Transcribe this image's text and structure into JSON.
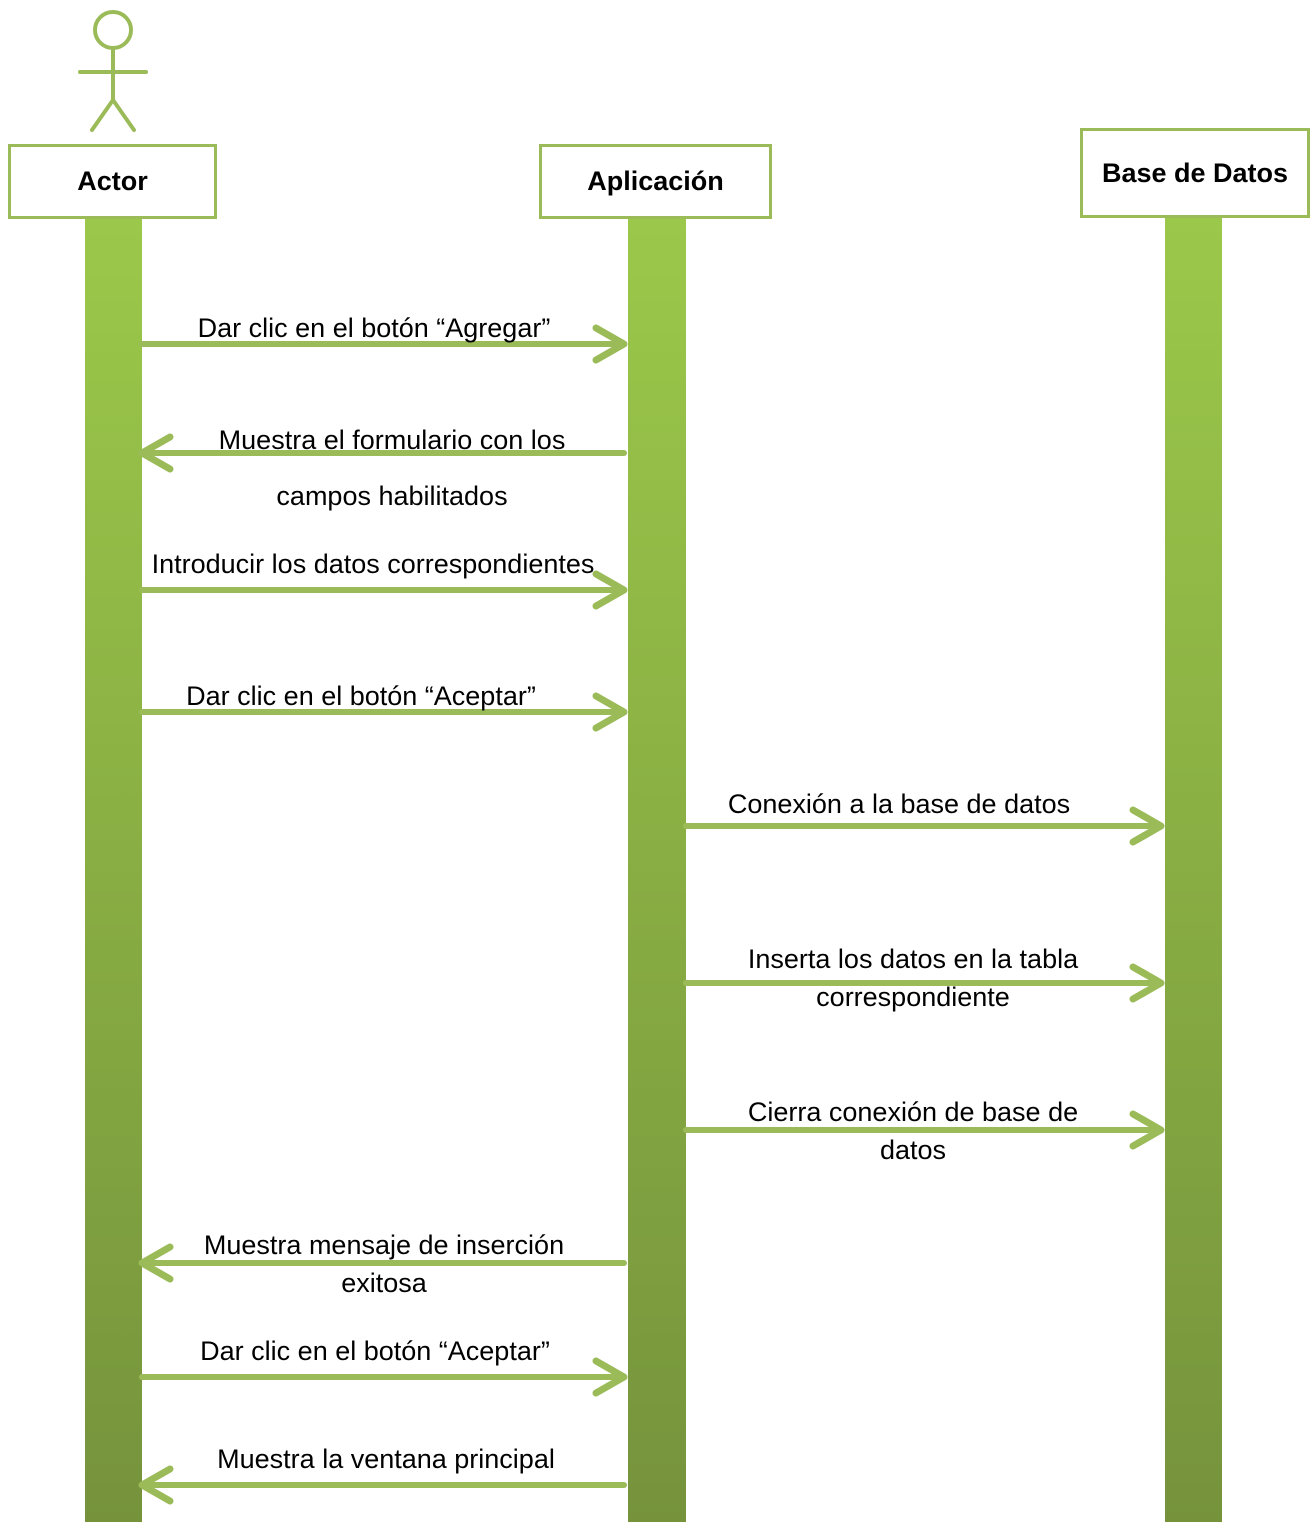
{
  "colors": {
    "accent": "#9bbb59",
    "lifeline_top": "#9bc84a",
    "lifeline_bottom": "#76933c"
  },
  "actor_icon": "stick-figure-icon",
  "lifelines": [
    {
      "id": "actor",
      "label": "Actor"
    },
    {
      "id": "app",
      "label": "Aplicación"
    },
    {
      "id": "db",
      "label": "Base de Datos"
    }
  ],
  "messages": [
    {
      "from": "actor",
      "to": "app",
      "lines": [
        "Dar clic en el botón “Agregar”"
      ]
    },
    {
      "from": "app",
      "to": "actor",
      "lines": [
        "Muestra el formulario con los",
        "campos habilitados"
      ]
    },
    {
      "from": "actor",
      "to": "app",
      "lines": [
        "Introducir los datos correspondientes"
      ]
    },
    {
      "from": "actor",
      "to": "app",
      "lines": [
        "Dar clic en el botón “Aceptar”"
      ]
    },
    {
      "from": "app",
      "to": "db",
      "lines": [
        "Conexión a la base de datos"
      ]
    },
    {
      "from": "app",
      "to": "db",
      "lines": [
        "Inserta los datos en la tabla",
        "correspondiente"
      ]
    },
    {
      "from": "app",
      "to": "db",
      "lines": [
        "Cierra conexión de base de",
        "datos"
      ]
    },
    {
      "from": "app",
      "to": "actor",
      "lines": [
        "Muestra mensaje de inserción",
        "exitosa"
      ]
    },
    {
      "from": "actor",
      "to": "app",
      "lines": [
        "Dar clic en el botón “Aceptar”"
      ]
    },
    {
      "from": "app",
      "to": "actor",
      "lines": [
        "Muestra la ventana principal"
      ]
    }
  ]
}
